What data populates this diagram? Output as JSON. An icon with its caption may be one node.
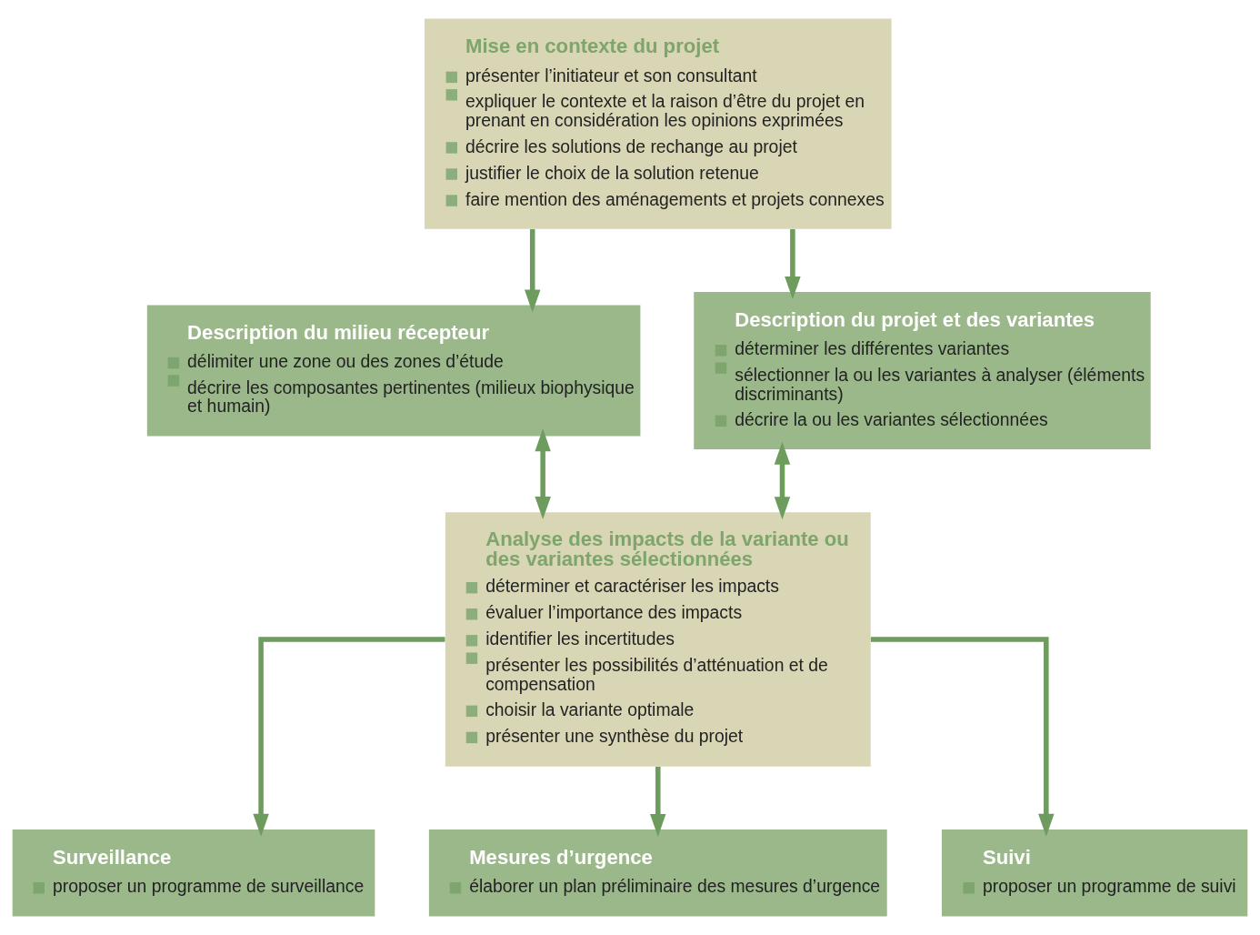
{
  "diagram": {
    "nodes": [
      {
        "text": [
          "Mise en contexte du projet",
          "présenter l’initiateur et son consultant",
          "expliquer le contexte et la raison d’être du projet en prenant en considération les opinions exprimées",
          "décrire les solutions de rechange au projet",
          "justifier le choix de la solution retenue",
          "faire mention des aménagements et projets connexes"
        ]
      },
      {
        "text": [
          "Description du milieu récepteur",
          "délimiter une zone ou des zones d’étude",
          "décrire les composantes pertinentes (milieux biophysique et humain)"
        ]
      },
      {
        "text": [
          "Description du projet et des variantes",
          "déterminer les différentes variantes",
          "sélectionner la ou les variantes à analyser (éléments discriminants)",
          "décrire la ou les variantes sélectionnées"
        ]
      },
      {
        "text": [
          "Analyse des impacts de la variante ou des variantes sélectionnées",
          "déterminer et caractériser les impacts",
          "évaluer l’importance des impacts",
          "identifier les incertitudes",
          "présenter les possibilités d’atténuation et de compensation",
          "choisir la variante optimale",
          "présenter une synthèse du projet"
        ]
      },
      {
        "text": [
          "Surveillance",
          "proposer un programme de surveillance"
        ]
      },
      {
        "text": [
          "Mesures d’urgence",
          "élaborer un plan préliminaire des mesures d’urgence"
        ]
      },
      {
        "text": [
          "Suivi",
          "proposer un programme de suivi"
        ]
      }
    ],
    "edges": [
      {
        "from": 0,
        "to": 1,
        "arrow": "to"
      },
      {
        "from": 0,
        "to": 2,
        "arrow": "to"
      },
      {
        "from": 1,
        "to": 3,
        "arrow": "both"
      },
      {
        "from": 2,
        "to": 3,
        "arrow": "both"
      },
      {
        "from": 3,
        "to": 4,
        "arrow": "to"
      },
      {
        "from": 3,
        "to": 5,
        "arrow": "to"
      },
      {
        "from": 3,
        "to": 6,
        "arrow": "to"
      }
    ]
  }
}
